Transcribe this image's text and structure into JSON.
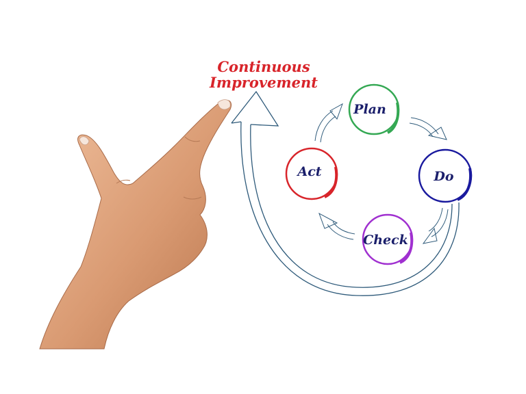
{
  "title": {
    "line1": "Continuous",
    "line2": "Improvement"
  },
  "cycle": [
    {
      "label": "Plan",
      "color": "#34a853"
    },
    {
      "label": "Do",
      "color": "#1a1a9e"
    },
    {
      "label": "Check",
      "color": "#a030d0"
    },
    {
      "label": "Act",
      "color": "#d8242a"
    }
  ],
  "colors": {
    "title": "#d8242a",
    "label": "#1b1f6b",
    "arrow": "#2e5a7a",
    "skin": "#e0a27a"
  },
  "icons": {
    "hand": "pointing-hand-icon"
  }
}
